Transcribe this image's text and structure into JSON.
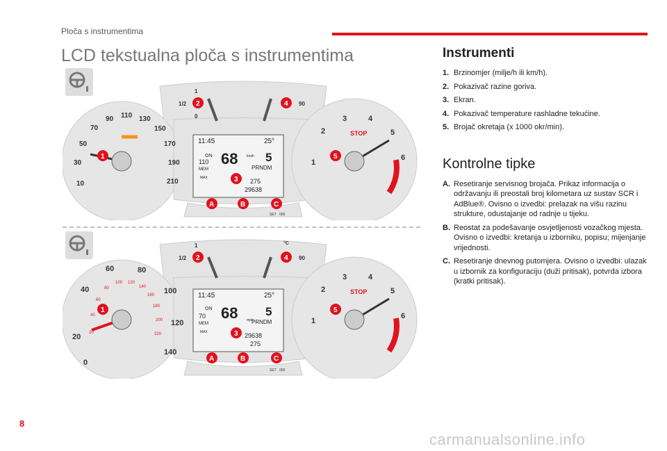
{
  "header": {
    "section_label": "Ploča s instrumentima"
  },
  "page": {
    "number": "8",
    "watermark": "carmanualsonline.info"
  },
  "main_title": "LCD tekstualna ploča s instrumentima",
  "instruments": {
    "title": "Instrumenti",
    "items": [
      {
        "num": "1.",
        "text": "Brzinomjer (milje/h ili km/h)."
      },
      {
        "num": "2.",
        "text": "Pokazivač razine goriva."
      },
      {
        "num": "3.",
        "text": "Ekran."
      },
      {
        "num": "4.",
        "text": "Pokazivač temperature rashladne tekućine."
      },
      {
        "num": "5.",
        "text": "Brojač okretaja (x 1000 okr/min)."
      }
    ]
  },
  "controls": {
    "title": "Kontrolne tipke",
    "items": [
      {
        "num": "A.",
        "text": "Resetiranje servisnog brojača. Prikaz informacija o održavanju ili preostali broj kilometara uz sustav SCR i AdBlue®. Ovisno o izvedbi: prelazak na višu razinu strukture, odustajanje od radnje u tijeku."
      },
      {
        "num": "B.",
        "text": "Reostat za podešavanje osvjetljenosti vozačkog mjesta. Ovisno o izvedbi: kretanja u izborniku, popisu; mijenjanje vrijednosti."
      },
      {
        "num": "C.",
        "text": "Resetiranje dnevnog putomjera. Ovisno o izvedbi: ulazak u izbornik za konfiguraciju (duži pritisak), potvrda izbora (kratki pritisak)."
      }
    ]
  },
  "cluster_top": {
    "speed_ticks": [
      "10",
      "30",
      "50",
      "70",
      "90",
      "110",
      "130",
      "150",
      "170",
      "190",
      "210"
    ],
    "fuel_labels": [
      "1",
      "1/2",
      "0"
    ],
    "temp_labels": [
      "90"
    ],
    "rpm_ticks": [
      "1",
      "2",
      "3",
      "4",
      "5",
      "6"
    ],
    "stop_label": "STOP",
    "lcd": {
      "time": "11:45",
      "temp": "25°",
      "speed": "68",
      "speed_unit": "km/h",
      "gear": "5",
      "gears": "PRNDM",
      "line1": "275",
      "line2": "29638",
      "on": "ON",
      "mem": "MEM",
      "value1": "110",
      "max": "MAX"
    },
    "button_labels": [
      "A",
      "B",
      "C"
    ],
    "callouts": [
      "1",
      "2",
      "3",
      "4",
      "5"
    ],
    "set_label": "SET",
    "bar_label": "000"
  },
  "cluster_bottom": {
    "speed_ticks": [
      "0",
      "20",
      "40",
      "60",
      "80",
      "100",
      "120",
      "140"
    ],
    "inner_ticks": [
      "20",
      "40",
      "60",
      "80",
      "100",
      "120",
      "140",
      "160",
      "180",
      "200",
      "220"
    ],
    "fuel_labels": [
      "1",
      "1/2"
    ],
    "temp_labels": [
      "°C",
      "90"
    ],
    "rpm_ticks": [
      "1",
      "2",
      "3",
      "4",
      "5",
      "6"
    ],
    "stop_label": "STOP",
    "lcd": {
      "time": "11:45",
      "temp": "25°",
      "speed": "68",
      "speed_unit": "mph",
      "gear": "5",
      "gears": "PRNDM",
      "line1": "29638",
      "line2": "275",
      "on": "ON",
      "mem": "MEM",
      "value1": "70",
      "max": "MAX"
    },
    "button_labels": [
      "A",
      "B",
      "C"
    ],
    "callouts": [
      "1",
      "2",
      "3",
      "4",
      "5"
    ],
    "set_label": "SET",
    "bar_label": "000"
  },
  "colors": {
    "accent": "#e0131e",
    "callout": "#e0131e",
    "orange": "#f7941d",
    "green": "#8dc63f",
    "gauge_bg": "#e6e6e6"
  }
}
